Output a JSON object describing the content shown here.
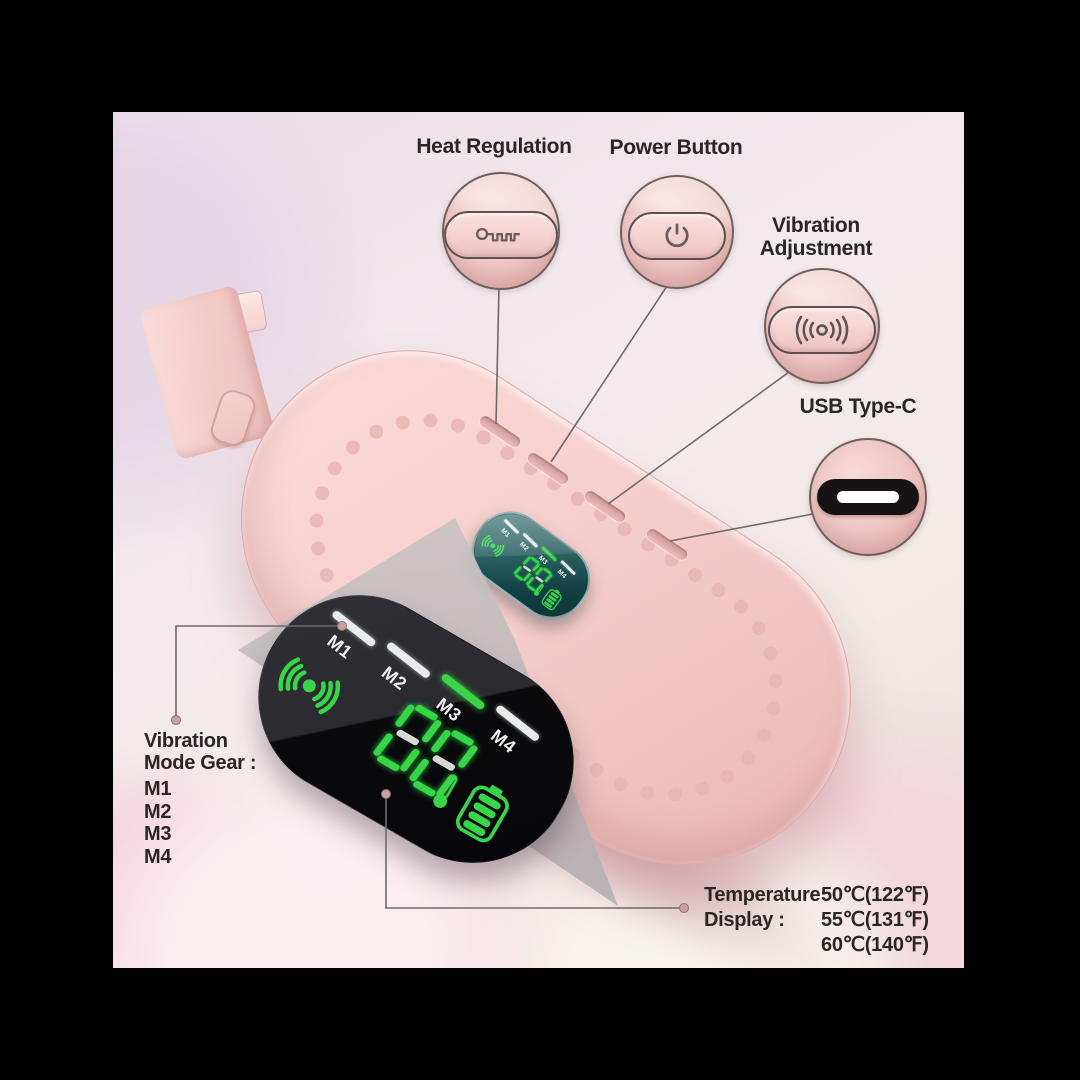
{
  "image_type": "product infographic of a portable menstrual heating pad / massage belt",
  "callouts": {
    "heat": {
      "label": "Heat Regulation",
      "icon": "heating-coil-icon"
    },
    "power": {
      "label": "Power Button",
      "icon": "power-icon"
    },
    "vibration": {
      "label_line1": "Vibration",
      "label_line2": "Adjustment",
      "icon": "vibration-waves-icon"
    },
    "usb": {
      "label": "USB Type-C",
      "icon": "usb-c-port"
    }
  },
  "device": {
    "body_color": "#f5cecb",
    "display": {
      "modes": [
        "M1",
        "M2",
        "M3",
        "M4"
      ],
      "active_mode": "M3",
      "digits": "88",
      "icons": [
        "vibration-waves-icon",
        "thermometer-icon",
        "battery-icon"
      ],
      "led_green": "#37d648",
      "panel_color": "#0a0a0d",
      "small_panel_color": "#1c4f50"
    }
  },
  "annotations": {
    "mode_gear": {
      "line1": "Vibration",
      "line2": "Mode Gear :",
      "items": [
        "M1",
        "M2",
        "M3",
        "M4"
      ]
    },
    "temperature": {
      "line1": "Temperature",
      "line2": "Display :",
      "values": [
        "50℃(122℉)",
        "55℃(131℉)",
        "60℃(140℉)"
      ]
    }
  },
  "colors": {
    "beam_gray": "#b7b2b4",
    "background_pink": "#f2dae0",
    "text": "#2b2626"
  }
}
